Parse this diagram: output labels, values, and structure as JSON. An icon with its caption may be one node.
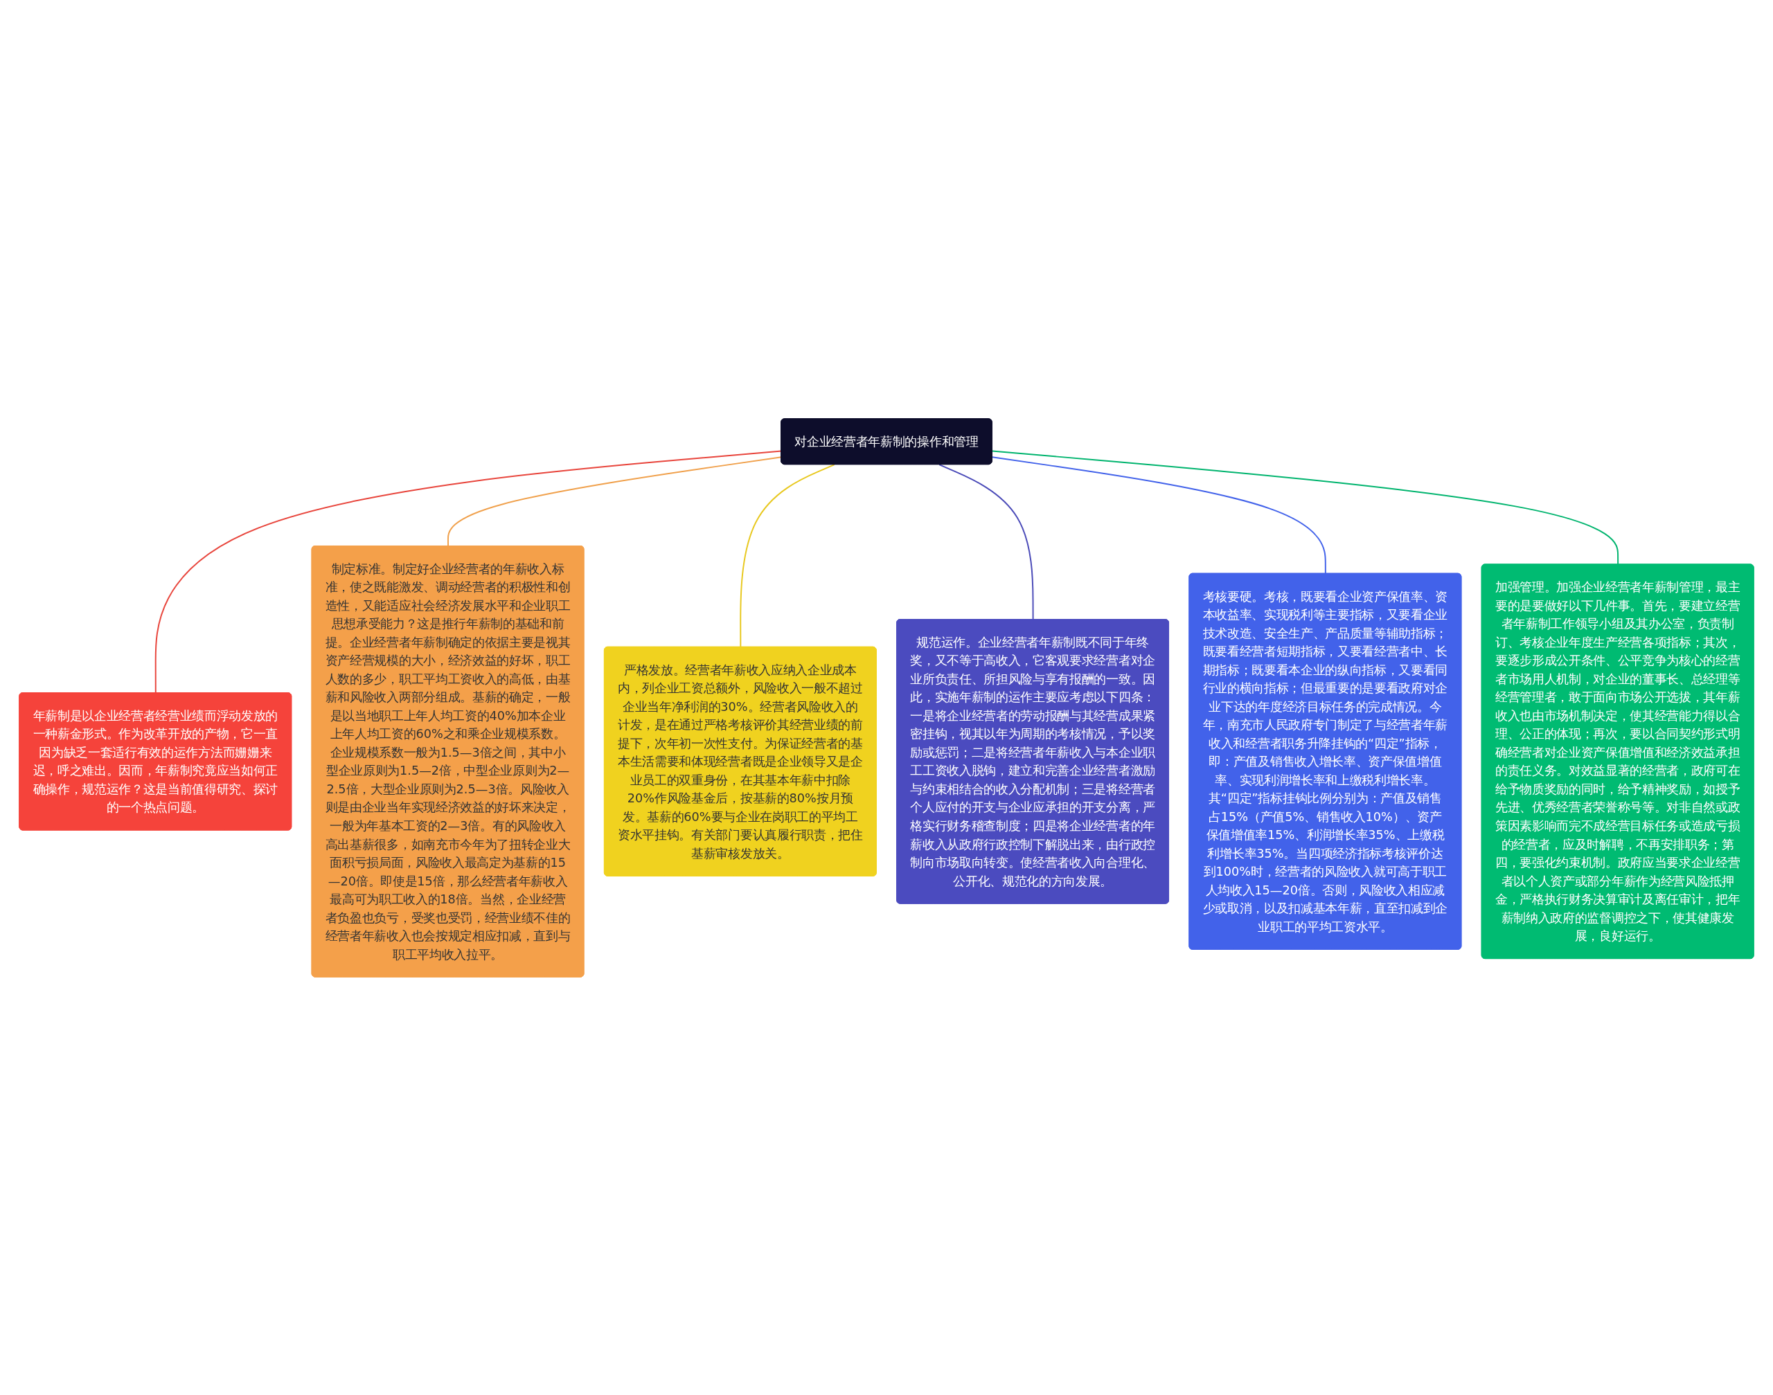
{
  "diagram": {
    "nodes": [
      {
        "text": [
          "对企业经营者年薪制的操作和管理"
        ]
      },
      {
        "text": [
          "年薪制是以企业经营者经营业绩而浮动发放的一种薪金形式。作为改革开放的产物，它一直因为缺乏一套适行有效的运作方法而姗姗来迟，呼之难出。因而，年薪制究竟应当如何正确操作，规范运作？这是当前值得研究、探讨的一个热点问题。"
        ]
      },
      {
        "text": [
          "制定标准。制定好企业经营者的年薪收入标准，使之既能激发、调动经营者的积极性和创造性，又能适应社会经济发展水平和企业职工思想承受能力？这是推行年薪制的基础和前提。企业经营者年薪制确定的依据主要是视其资产经营规模的大小，经济效益的好坏，职工人数的多少，职工平均工资收入的高低，由基薪和风险收入两部分组成。基薪的确定，一般是以当地职工上年人均工资的40%加本企业上年人均工资的60%之和乘企业规模系数。企业规模系数一般为1.5—3倍之间，其中小型企业原则为1.5—2倍，中型企业原则为2—2.5倍，大型企业原则为2.5—3倍。风险收入则是由企业当年实现经济效益的好坏来决定，一般为年基本工资的2—3倍。有的风险收入高出基薪很多，如南充市今年为了扭转企业大面积亏损局面，风险收入最高定为基薪的15—20倍。即使是15倍，那么经营者年薪收入最高可为职工收入的18倍。当然，企业经营者负盈也负亏，受奖也受罚，经营业绩不佳的经营者年薪收入也会按规定相应扣减，直到与职工平均收入拉平。"
        ]
      },
      {
        "text": [
          "严格发放。经营者年薪收入应纳入企业成本内，列企业工资总额外，风险收入一般不超过企业当年净利润的30%。经营者风险收入的计发，是在通过严格考核评价其经营业绩的前提下，次年初一次性支付。为保证经营者的基本生活需要和体现经营者既是企业领导又是企业员工的双重身份，在其基本年薪中扣除20%作风险基金后，按基薪的80%按月预发。基薪的60%要与企业在岗职工的平均工资水平挂钩。有关部门要认真履行职责，把住基薪审核发放关。"
        ]
      },
      {
        "text": [
          "规范运作。企业经营者年薪制既不同于年终奖，又不等于高收入，它客观要求经营者对企业所负责任、所担风险与享有报酬的一致。因此，实施年薪制的运作主要应考虑以下四条：一是将企业经营者的劳动报酬与其经营成果紧密挂钩，视其以年为周期的考核情况，予以奖励或惩罚；二是将经营者年薪收入与本企业职工工资收入脱钩，建立和完善企业经营者激励与约束相结合的收入分配机制；三是将经营者个人应付的开支与企业应承担的开支分离，严格实行财务稽查制度；四是将企业经营者的年薪收入从政府行政控制下解脱出来，由行政控制向市场取向转变。使经营者收入向合理化、公开化、规范化的方向发展。"
        ]
      },
      {
        "text": [
          "考核要硬。考核，既要看企业资产保值率、资本收益率、实现税利等主要指标，又要看企业技术改造、安全生产、产品质量等辅助指标；既要看经营者短期指标，又要看经营者中、长期指标；既要看本企业的纵向指标，又要看同行业的横向指标；但最重要的是要看政府对企业下达的年度经济目标任务的完成情况。今年，南充市人民政府专门制定了与经营者年薪收入和经营者职务升降挂钩的“四定”指标，即：产值及销售收入增长率、资产保值增值率、实现利润增长率和上缴税利增长率。其“四定”指标挂钩比例分别为：产值及销售占15%（产值5%、销售收入10%）、资产保值增值率15%、利润增长率35%、上缴税利增长率35%。当四项经济指标考核评价达到100%时，经营者的风险收入就可高于职工人均收入15—20倍。否则，风险收入相应减少或取消，以及扣减基本年薪，直至扣减到企业职工的平均工资水平。"
        ]
      },
      {
        "text": [
          "加强管理。加强企业经营者年薪制管理，最主要的是要做好以下几件事。首先，要建立经营者年薪制工作领导小组及其办公室，负责制订、考核企业年度生产经营各项指标；其次，要逐步形成公开条件、公平竞争为核心的经营者市场用人机制，对企业的董事长、总经理等经营管理者，敢于面向市场公开选拔，其年薪收入也由市场机制决定，使其经营能力得以合理、公正的体现；再次，要以合同契约形式明确经营者对企业资产保值增值和经济效益承担的责任义务。对效益显著的经营者，政府可在给予物质奖励的同时，给予精神奖励，如授予先进、优秀经营者荣誉称号等。对非自然或政策因素影响而完不成经营目标任务或造成亏损的经营者，应及时解聘，不再安排职务；第四，要强化约束机制。政府应当要求企业经营者以个人资产或部分年薪作为经营风险抵押金，严格执行财务决算审计及离任审计，把年薪制纳入政府的监督调控之下，使其健康发展，良好运行。"
        ]
      }
    ],
    "edges": [
      {
        "from": 0,
        "to": 1,
        "arrow": "none",
        "color": "#e8453c"
      },
      {
        "from": 0,
        "to": 2,
        "arrow": "none",
        "color": "#f0a04b"
      },
      {
        "from": 0,
        "to": 3,
        "arrow": "none",
        "color": "#e8c81e"
      },
      {
        "from": 0,
        "to": 4,
        "arrow": "none",
        "color": "#4a4ab8"
      },
      {
        "from": 0,
        "to": 5,
        "arrow": "none",
        "color": "#4262ea"
      },
      {
        "from": 0,
        "to": 6,
        "arrow": "none",
        "color": "#00b46e"
      }
    ]
  }
}
